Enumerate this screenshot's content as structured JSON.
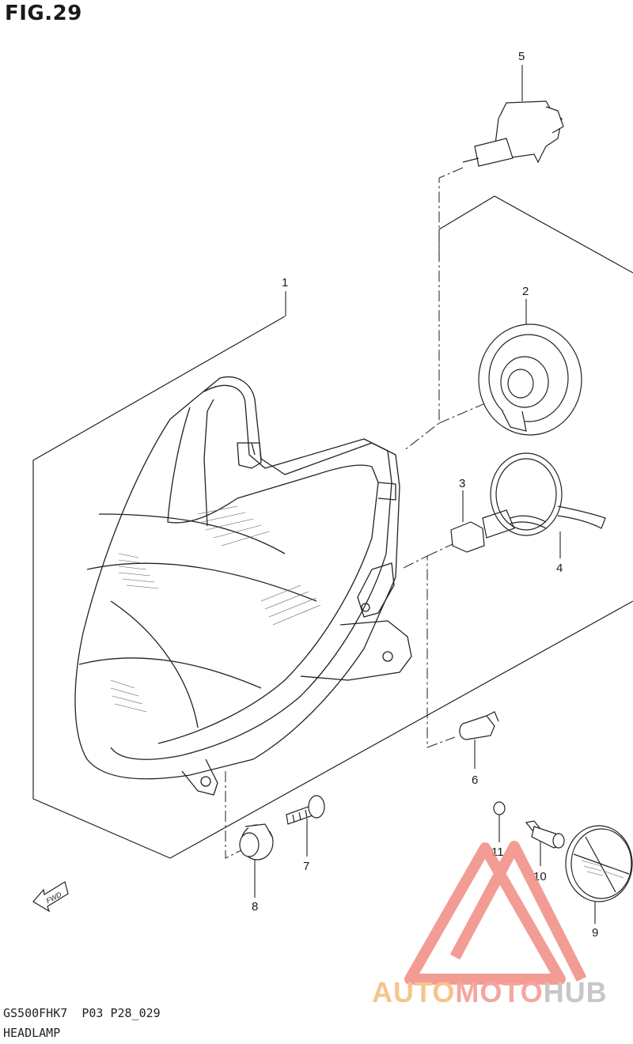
{
  "figure": {
    "title": "FIG.29",
    "model_code": "GS500FHK7  P03 P28_029",
    "section_name": "HEADLAMP"
  },
  "callouts": [
    {
      "id": "1",
      "label": "1"
    },
    {
      "id": "2",
      "label": "2"
    },
    {
      "id": "3",
      "label": "3"
    },
    {
      "id": "4",
      "label": "4"
    },
    {
      "id": "5",
      "label": "5"
    },
    {
      "id": "6",
      "label": "6"
    },
    {
      "id": "7",
      "label": "7"
    },
    {
      "id": "8",
      "label": "8"
    },
    {
      "id": "9",
      "label": "9"
    },
    {
      "id": "10",
      "label": "10"
    },
    {
      "id": "11",
      "label": "11"
    }
  ],
  "direction_marker": {
    "text": "FWD",
    "icon": "fwd-arrow-icon"
  },
  "watermark": {
    "part1": "AUTO",
    "part2": "MOTO",
    "part3": "HUB",
    "colors": {
      "part1": "#f6c48e",
      "part2": "#f5a6a0",
      "part3": "#c7c7c7",
      "logo": "#f28b82"
    }
  }
}
